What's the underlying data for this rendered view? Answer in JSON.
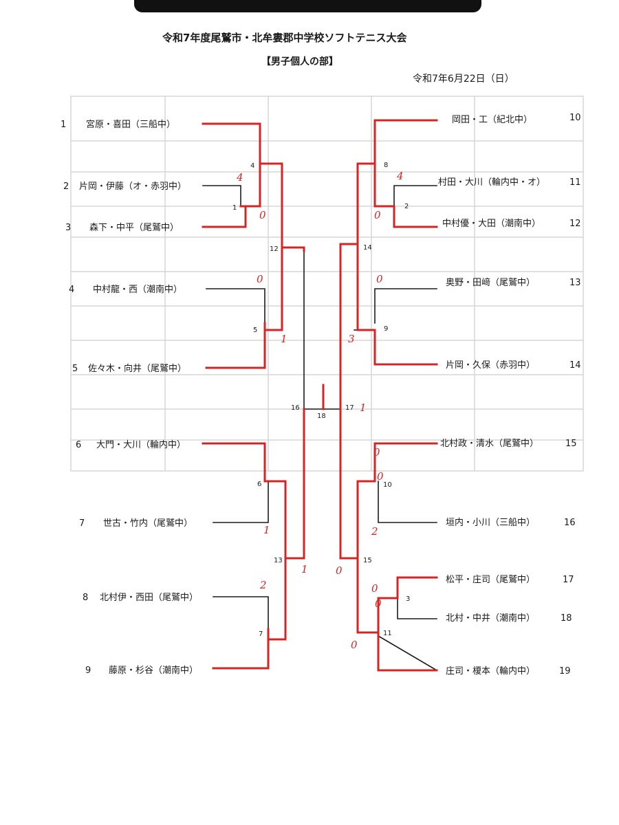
{
  "header": {
    "title": "令和7年度尾鷲市・北牟婁郡中学校ソフトテニス大会",
    "division": "【男子個人の部】",
    "date": "令和7年6月22日（日）"
  },
  "entries": [
    {
      "no": "1",
      "pair": "宮原・喜田（三船中）"
    },
    {
      "no": "2",
      "pair": "片岡・伊藤（オ・赤羽中）"
    },
    {
      "no": "3",
      "pair": "森下・中平（尾鷲中）"
    },
    {
      "no": "4",
      "pair": "中村龍・西（潮南中）"
    },
    {
      "no": "5",
      "pair": "佐々木・向井（尾鷲中）"
    },
    {
      "no": "6",
      "pair": "大門・大川（輪内中）"
    },
    {
      "no": "7",
      "pair": "世古・竹内（尾鷲中）"
    },
    {
      "no": "8",
      "pair": "北村伊・西田（尾鷲中）"
    },
    {
      "no": "9",
      "pair": "藤原・杉谷（潮南中）"
    },
    {
      "no": "10",
      "pair": "岡田・工（紀北中）"
    },
    {
      "no": "11",
      "pair": "村田・大川（輪内中・オ）"
    },
    {
      "no": "12",
      "pair": "中村優・大田（潮南中）"
    },
    {
      "no": "13",
      "pair": "奥野・田﨑（尾鷲中）"
    },
    {
      "no": "14",
      "pair": "片岡・久保（赤羽中）"
    },
    {
      "no": "15",
      "pair": "北村政・清水（尾鷲中）"
    },
    {
      "no": "16",
      "pair": "垣内・小川（三船中）"
    },
    {
      "no": "17",
      "pair": "松平・庄司（尾鷲中）"
    },
    {
      "no": "18",
      "pair": "北村・中井（潮南中）"
    },
    {
      "no": "19",
      "pair": "庄司・榎本（輪内中）"
    }
  ],
  "matches": [
    "1",
    "2",
    "3",
    "4",
    "5",
    "6",
    "7",
    "8",
    "9",
    "10",
    "11",
    "12",
    "13",
    "14",
    "15",
    "16",
    "17",
    "18"
  ],
  "scores": [
    "4",
    "0",
    "4",
    "0",
    "0",
    "1",
    "1",
    "2",
    "1",
    "0",
    "0",
    "3",
    "0",
    "2",
    "0",
    "0",
    "0",
    "0",
    "1"
  ],
  "colors": {
    "ink": "#1a1a1a",
    "winner": "#d62323",
    "ghost": "#c9c9c9"
  }
}
